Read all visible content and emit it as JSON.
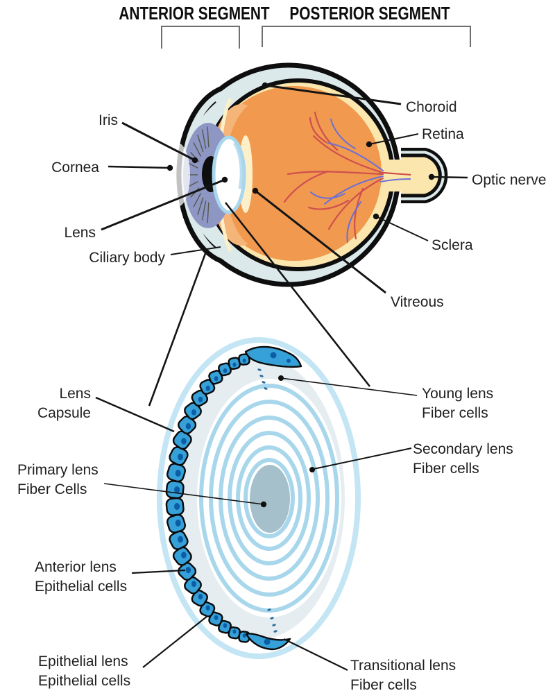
{
  "headers": {
    "anterior": "ANTERIOR SEGMENT",
    "posterior": "POSTERIOR SEGMENT"
  },
  "eye": {
    "labels": {
      "iris": "Iris",
      "cornea": "Cornea",
      "lens": "Lens",
      "ciliary_body": "Ciliary body",
      "choroid": "Choroid",
      "retina": "Retina",
      "optic_nerve": "Optic nerve",
      "sclera": "Sclera",
      "vitreous": "Vitreous"
    }
  },
  "lens_diagram": {
    "labels": {
      "lens_capsule": "Lens Capsule",
      "primary": "Primary lens\nFiber Cells",
      "anterior": "Anterior lens\nEpithelial cells",
      "epithelial": "Epithelial lens\nEpithelial cells",
      "young": "Young lens\nFiber cells",
      "secondary": "Secondary lens\nFiber cells",
      "transitional": "Transitional lens\nFiber cells"
    }
  },
  "colors": {
    "label": "#1f1f1f",
    "outline": "#0e0e0e",
    "sclera_fill": "#dce9ea",
    "interior_orange": "#f0994f",
    "anterior_orange": "#f5b478",
    "retina_cream": "#fbe7ae",
    "cream_light": "#fdf0c8",
    "vessel_red": "#cf4f4e",
    "vessel_blue": "#6a6fd6",
    "iris_purple": "#8e96c4",
    "lens_ring": "#a9d6ec",
    "capsule_ring": "#c3e5f4",
    "fiber_ring": "#a8d7ec",
    "pale_fill": "#e5edf1",
    "cell_fill": "#36a1d9",
    "cell_nucleus": "#0b5ea5",
    "core_fill": "#a6c0cb",
    "bracket": "#6f6f6f"
  }
}
